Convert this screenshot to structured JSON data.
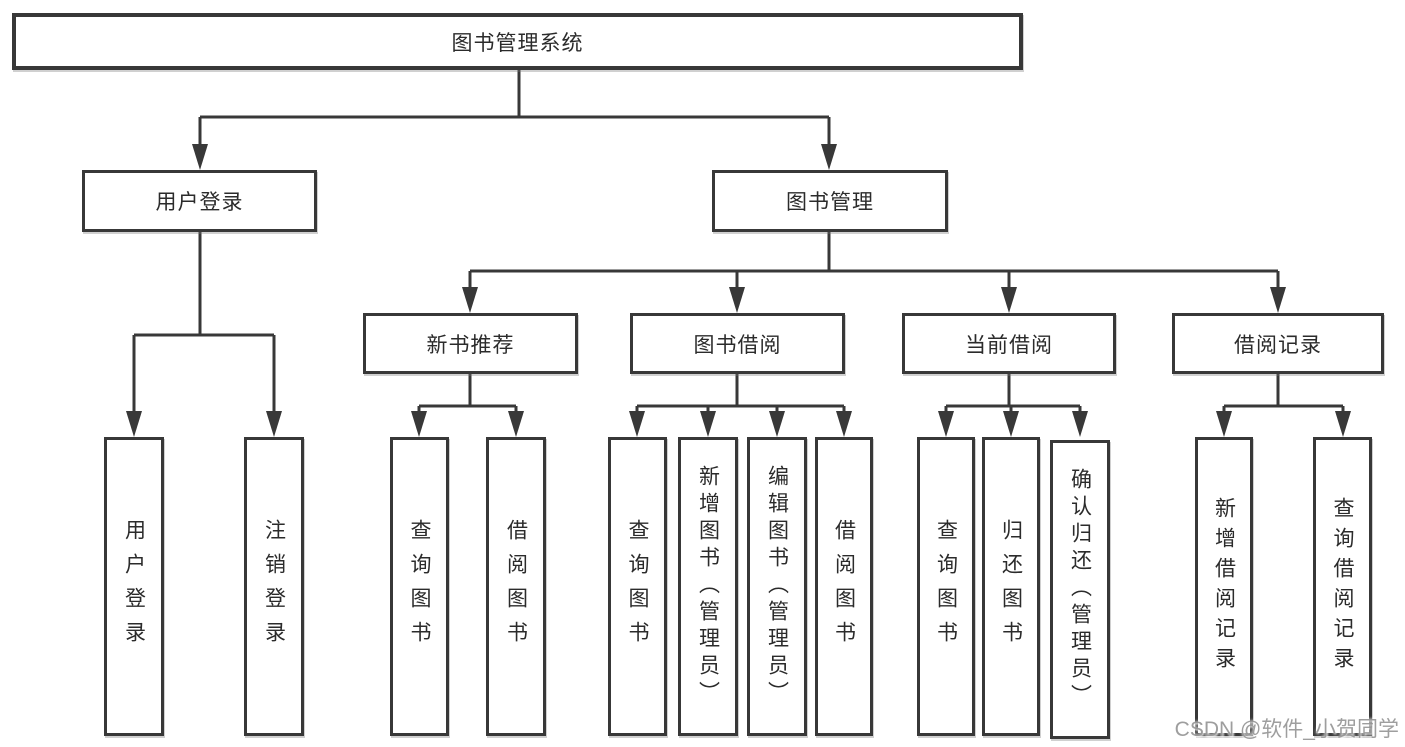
{
  "diagram": {
    "title": "图书管理系统",
    "branches": [
      {
        "label": "用户登录",
        "children": [
          {
            "label": "用户登录"
          },
          {
            "label": "注销登录"
          }
        ]
      },
      {
        "label": "图书管理",
        "children": [
          {
            "label": "新书推荐",
            "children": [
              {
                "label": "查询图书"
              },
              {
                "label": "借阅图书"
              }
            ]
          },
          {
            "label": "图书借阅",
            "children": [
              {
                "label": "查询图书"
              },
              {
                "label": "新增图书（管理员）"
              },
              {
                "label": "编辑图书（管理员）"
              },
              {
                "label": "借阅图书"
              }
            ]
          },
          {
            "label": "当前借阅",
            "children": [
              {
                "label": "查询图书"
              },
              {
                "label": "归还图书"
              },
              {
                "label": "确认归还（管理员）"
              }
            ]
          },
          {
            "label": "借阅记录",
            "children": [
              {
                "label": "新增借阅记录"
              },
              {
                "label": "查询借阅记录"
              }
            ]
          }
        ]
      }
    ],
    "colors": {
      "line": "#383838",
      "box_border": "#383838",
      "text": "#2b2b2b",
      "background": "#ffffff",
      "watermark": "#949494"
    }
  },
  "watermark": {
    "text": "CSDN @软件_小贺同学"
  }
}
